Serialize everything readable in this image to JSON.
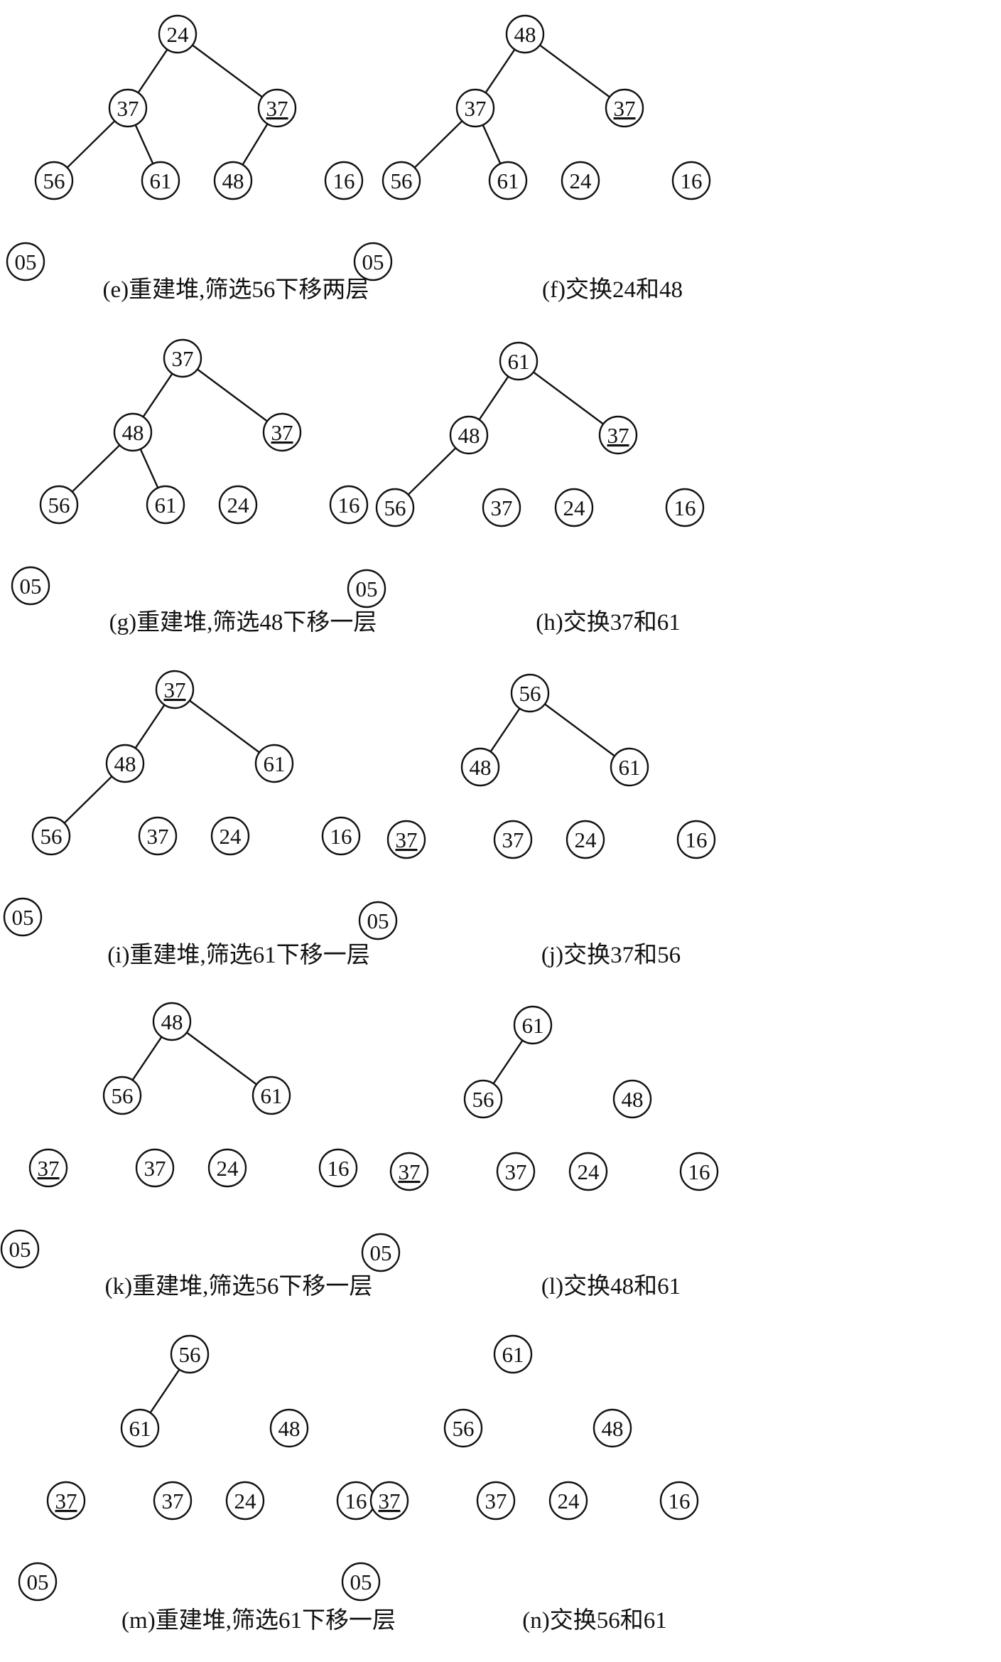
{
  "panels": [
    {
      "id": "e",
      "caption": "(e)重建堆,筛选56下移两层",
      "nodes": [
        {
          "id": "n0",
          "label": "24"
        },
        {
          "id": "n1",
          "label": "37"
        },
        {
          "id": "n2",
          "label": "37",
          "underline": true
        },
        {
          "id": "n3",
          "label": "56"
        },
        {
          "id": "n4",
          "label": "61"
        },
        {
          "id": "n5",
          "label": "48"
        },
        {
          "id": "n6",
          "label": "16"
        },
        {
          "id": "n7",
          "label": "05"
        }
      ],
      "edges": [
        [
          "n0",
          "n1"
        ],
        [
          "n0",
          "n2"
        ],
        [
          "n1",
          "n3"
        ],
        [
          "n1",
          "n4"
        ],
        [
          "n2",
          "n5"
        ]
      ]
    },
    {
      "id": "f",
      "caption": "(f)交换24和48",
      "nodes": [
        {
          "id": "n0",
          "label": "48"
        },
        {
          "id": "n1",
          "label": "37"
        },
        {
          "id": "n2",
          "label": "37",
          "underline": true
        },
        {
          "id": "n3",
          "label": "56"
        },
        {
          "id": "n4",
          "label": "61"
        },
        {
          "id": "n5",
          "label": "24"
        },
        {
          "id": "n6",
          "label": "16"
        },
        {
          "id": "n7",
          "label": "05"
        }
      ],
      "edges": [
        [
          "n0",
          "n1"
        ],
        [
          "n0",
          "n2"
        ],
        [
          "n1",
          "n3"
        ],
        [
          "n1",
          "n4"
        ]
      ]
    },
    {
      "id": "g",
      "caption": "(g)重建堆,筛选48下移一层",
      "nodes": [
        {
          "id": "n0",
          "label": "37"
        },
        {
          "id": "n1",
          "label": "48"
        },
        {
          "id": "n2",
          "label": "37",
          "underline": true
        },
        {
          "id": "n3",
          "label": "56"
        },
        {
          "id": "n4",
          "label": "61"
        },
        {
          "id": "n5",
          "label": "24"
        },
        {
          "id": "n6",
          "label": "16"
        },
        {
          "id": "n7",
          "label": "05"
        }
      ],
      "edges": [
        [
          "n0",
          "n1"
        ],
        [
          "n0",
          "n2"
        ],
        [
          "n1",
          "n3"
        ],
        [
          "n1",
          "n4"
        ]
      ]
    },
    {
      "id": "h",
      "caption": "(h)交换37和61",
      "nodes": [
        {
          "id": "n0",
          "label": "61"
        },
        {
          "id": "n1",
          "label": "48"
        },
        {
          "id": "n2",
          "label": "37",
          "underline": true
        },
        {
          "id": "n3",
          "label": "56"
        },
        {
          "id": "n4",
          "label": "37"
        },
        {
          "id": "n5",
          "label": "24"
        },
        {
          "id": "n6",
          "label": "16"
        },
        {
          "id": "n7",
          "label": "05"
        }
      ],
      "edges": [
        [
          "n0",
          "n1"
        ],
        [
          "n0",
          "n2"
        ],
        [
          "n1",
          "n3"
        ]
      ]
    },
    {
      "id": "i",
      "caption": "(i)重建堆,筛选61下移一层",
      "nodes": [
        {
          "id": "n0",
          "label": "37",
          "underline": true
        },
        {
          "id": "n1",
          "label": "48"
        },
        {
          "id": "n2",
          "label": "61"
        },
        {
          "id": "n3",
          "label": "56"
        },
        {
          "id": "n4",
          "label": "37"
        },
        {
          "id": "n5",
          "label": "24"
        },
        {
          "id": "n6",
          "label": "16"
        },
        {
          "id": "n7",
          "label": "05"
        }
      ],
      "edges": [
        [
          "n0",
          "n1"
        ],
        [
          "n0",
          "n2"
        ],
        [
          "n1",
          "n3"
        ]
      ]
    },
    {
      "id": "j",
      "caption": "(j)交换37和56",
      "nodes": [
        {
          "id": "n0",
          "label": "56"
        },
        {
          "id": "n1",
          "label": "48"
        },
        {
          "id": "n2",
          "label": "61"
        },
        {
          "id": "n3",
          "label": "37",
          "underline": true
        },
        {
          "id": "n4",
          "label": "37"
        },
        {
          "id": "n5",
          "label": "24"
        },
        {
          "id": "n6",
          "label": "16"
        },
        {
          "id": "n7",
          "label": "05"
        }
      ],
      "edges": [
        [
          "n0",
          "n1"
        ],
        [
          "n0",
          "n2"
        ]
      ]
    },
    {
      "id": "k",
      "caption": "(k)重建堆,筛选56下移一层",
      "nodes": [
        {
          "id": "n0",
          "label": "48"
        },
        {
          "id": "n1",
          "label": "56"
        },
        {
          "id": "n2",
          "label": "61"
        },
        {
          "id": "n3",
          "label": "37",
          "underline": true
        },
        {
          "id": "n4",
          "label": "37"
        },
        {
          "id": "n5",
          "label": "24"
        },
        {
          "id": "n6",
          "label": "16"
        },
        {
          "id": "n7",
          "label": "05"
        }
      ],
      "edges": [
        [
          "n0",
          "n1"
        ],
        [
          "n0",
          "n2"
        ]
      ]
    },
    {
      "id": "l",
      "caption": "(l)交换48和61",
      "nodes": [
        {
          "id": "n0",
          "label": "61"
        },
        {
          "id": "n1",
          "label": "56"
        },
        {
          "id": "n2",
          "label": "48"
        },
        {
          "id": "n3",
          "label": "37",
          "underline": true
        },
        {
          "id": "n4",
          "label": "37"
        },
        {
          "id": "n5",
          "label": "24"
        },
        {
          "id": "n6",
          "label": "16"
        },
        {
          "id": "n7",
          "label": "05"
        }
      ],
      "edges": [
        [
          "n0",
          "n1"
        ]
      ]
    },
    {
      "id": "m",
      "caption": "(m)重建堆,筛选61下移一层",
      "nodes": [
        {
          "id": "n0",
          "label": "56"
        },
        {
          "id": "n1",
          "label": "61"
        },
        {
          "id": "n2",
          "label": "48"
        },
        {
          "id": "n3",
          "label": "37",
          "underline": true
        },
        {
          "id": "n4",
          "label": "37"
        },
        {
          "id": "n5",
          "label": "24"
        },
        {
          "id": "n6",
          "label": "16"
        },
        {
          "id": "n7",
          "label": "05"
        }
      ],
      "edges": [
        [
          "n0",
          "n1"
        ]
      ]
    },
    {
      "id": "n",
      "caption": "(n)交换56和61",
      "nodes": [
        {
          "id": "n0",
          "label": "61"
        },
        {
          "id": "n1",
          "label": "56"
        },
        {
          "id": "n2",
          "label": "48"
        },
        {
          "id": "n3",
          "label": "37",
          "underline": true
        },
        {
          "id": "n4",
          "label": "37"
        },
        {
          "id": "n5",
          "label": "24"
        },
        {
          "id": "n6",
          "label": "16"
        },
        {
          "id": "n7",
          "label": "05"
        }
      ],
      "edges": []
    }
  ]
}
